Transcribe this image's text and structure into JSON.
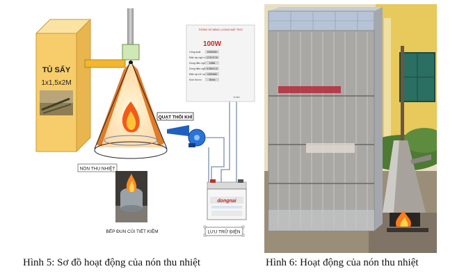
{
  "left_figure": {
    "drying_cabinet_title": "TỦ SẤY",
    "drying_cabinet_size": "1x1,5x2M",
    "blower_label": "QUẠT THỔI KHÍ",
    "heat_cone_label": "NÓN THU NHIỆT",
    "stove_label": "BẾP ĐUN CỦI TIẾT KIỆM",
    "battery_label": "LƯU TRỮ ĐIỆN",
    "battery_brand": "dongnai",
    "panel_power": "100W",
    "panel_sheet_title": "THÔNG SỐ NĂNG LƯỢNG MẶT TRỜI",
    "spec_rows": [
      "Công suất",
      "Điện áp ngõ ra",
      "Dòng điện ngõ ra",
      "Dòng điện ngắn mạch",
      "Điện áp hở mạch",
      "Kích thước"
    ],
    "spec_values": [
      "100W/18V",
      "17.6V 5.7A",
      "5.68A",
      "6.05A 21.6",
      "1200x540",
      "30mm"
    ],
    "cable_label": "4 mm"
  },
  "captions": {
    "left": "Hình 5: Sơ đồ hoạt động của nón thu nhiệt",
    "right": "Hình 6: Hoạt động của nón thu nhiệt"
  },
  "colors": {
    "cabinet": "#f7cd6b",
    "cone": "#e07b2a",
    "blower": "#1f5fbf",
    "wire": "#7a8fa8"
  }
}
